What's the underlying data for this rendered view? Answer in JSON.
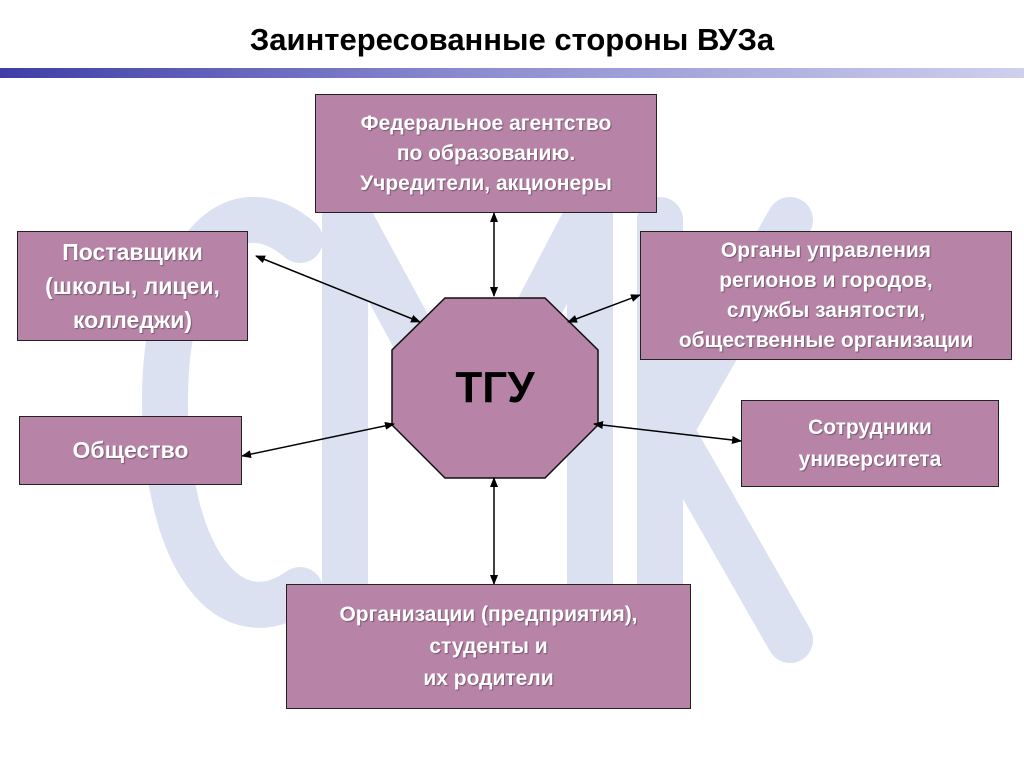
{
  "title": "Заинтересованные стороны ВУЗа",
  "watermark": "СМК",
  "center": "ТГУ",
  "nodes": {
    "top": "Федеральное агентство\nпо образованию.\nУчредители, акционеры",
    "suppliers": "Поставщики\n(школы, лицеи,\nколледжи)",
    "gov": "Органы управления\nрегионов  и городов,\nслужбы занятости,\nобщественные организации",
    "society": "Общество",
    "staff": "Сотрудники\nуниверситета",
    "bottom": "Организации (предприятия),\nстуденты и\nих родители"
  },
  "colors": {
    "node_fill": "#b784a7",
    "watermark": "#d6dcf0",
    "title_bar": "#3e3ea6"
  }
}
